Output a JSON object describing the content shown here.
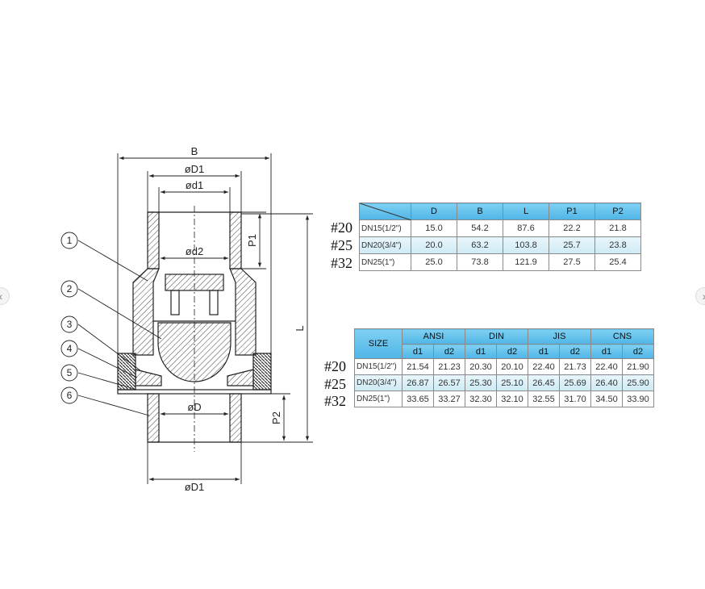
{
  "dimensions": {
    "B": "B",
    "D1_top": "øD1",
    "d1": "ød1",
    "d2": "ød2",
    "D": "øD",
    "D1_bottom": "øD1",
    "P1": "P1",
    "P2": "P2",
    "L": "L"
  },
  "callouts": [
    "1",
    "2",
    "3",
    "4",
    "5",
    "6"
  ],
  "table1": {
    "headers": [
      "D",
      "B",
      "L",
      "P1",
      "P2"
    ],
    "rows": [
      {
        "tag": "#20",
        "size": "DN15(1/2\")",
        "values": [
          "15.0",
          "54.2",
          "87.6",
          "22.2",
          "21.8"
        ]
      },
      {
        "tag": "#25",
        "size": "DN20(3/4\")",
        "values": [
          "20.0",
          "63.2",
          "103.8",
          "25.7",
          "23.8"
        ]
      },
      {
        "tag": "#32",
        "size": "DN25(1\")",
        "values": [
          "25.0",
          "73.8",
          "121.9",
          "27.5",
          "25.4"
        ]
      }
    ]
  },
  "table2": {
    "size_header": "SIZE",
    "groups": [
      "ANSI",
      "DIN",
      "JIS",
      "CNS"
    ],
    "sub_headers": [
      "d1",
      "d2"
    ],
    "rows": [
      {
        "tag": "#20",
        "size": "DN15(1/2\")",
        "values": [
          "21.54",
          "21.23",
          "20.30",
          "20.10",
          "22.40",
          "21.73",
          "22.40",
          "21.90"
        ]
      },
      {
        "tag": "#25",
        "size": "DN20(3/4\")",
        "values": [
          "26.87",
          "26.57",
          "25.30",
          "25.10",
          "26.45",
          "25.69",
          "26.40",
          "25.90"
        ]
      },
      {
        "tag": "#32",
        "size": "DN25(1\")",
        "values": [
          "33.65",
          "33.27",
          "32.30",
          "32.10",
          "32.55",
          "31.70",
          "34.50",
          "33.90"
        ]
      }
    ]
  },
  "nav": {
    "prev": "‹",
    "next": "›"
  }
}
